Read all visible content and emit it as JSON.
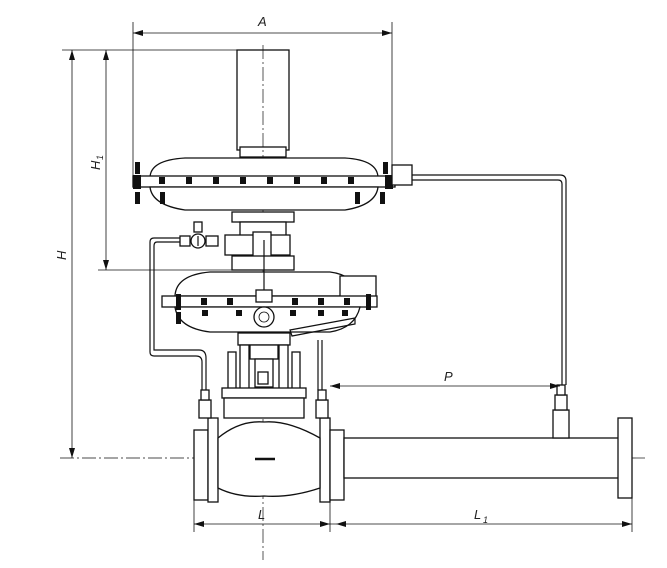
{
  "dimensions": {
    "A": "A",
    "H": "H",
    "H1": "H",
    "H1_sub": "1",
    "P": "P",
    "L": "L",
    "L1": "L",
    "L1_sub": "1"
  }
}
